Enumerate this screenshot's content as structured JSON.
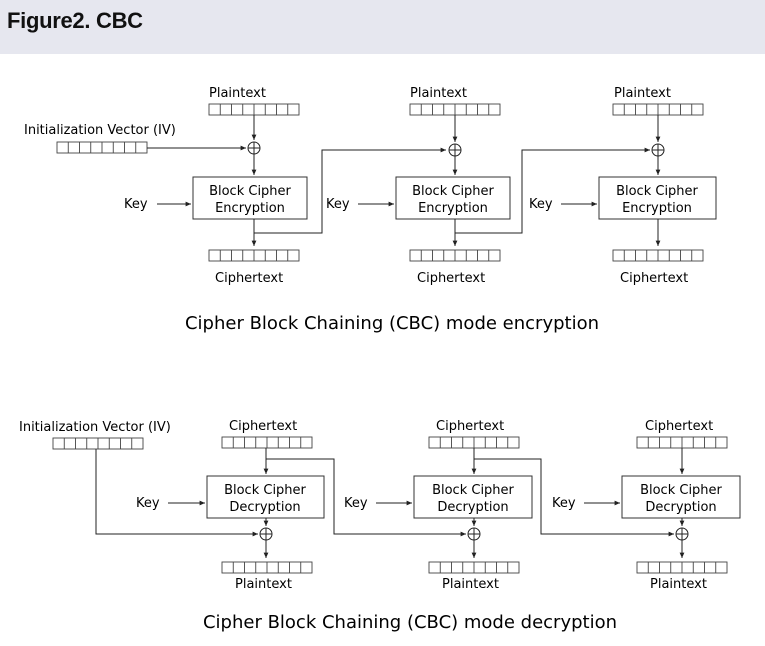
{
  "header": {
    "title": "Figure2. CBC"
  },
  "encryption": {
    "iv_label": "Initialization Vector (IV)",
    "plaintext_label": "Plaintext",
    "ciphertext_label": "Ciphertext",
    "key_label": "Key",
    "block_line1": "Block Cipher",
    "block_line2": "Encryption",
    "caption": "Cipher Block Chaining (CBC) mode encryption"
  },
  "decryption": {
    "iv_label": "Initialization Vector (IV)",
    "ciphertext_label": "Ciphertext",
    "plaintext_label": "Plaintext",
    "key_label": "Key",
    "block_line1": "Block Cipher",
    "block_line2": "Decryption",
    "caption": "Cipher Block Chaining (CBC) mode decryption"
  }
}
